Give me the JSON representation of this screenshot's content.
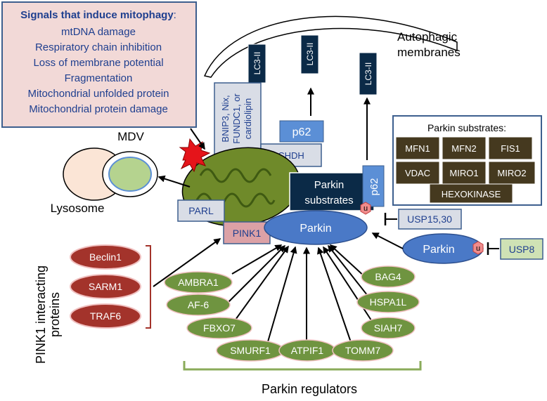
{
  "signals": {
    "title": "Signals that induce mitophagy",
    "title_suffix": ":",
    "items": [
      "mtDNA damage",
      "Respiratory chain inhibition",
      "Loss of membrane potential",
      "Fragmentation",
      "Mitochondrial unfolded protein",
      "Mitochondrial protein damage"
    ]
  },
  "autophagic_label": [
    "Autophagic",
    "membranes"
  ],
  "lc3": [
    "LC3-II",
    "LC3-II",
    "LC3-II"
  ],
  "receptors": [
    "BNIP3, Nix,",
    "FUNDC1, or",
    "cardiolipin"
  ],
  "p62": [
    "p62",
    "p62"
  ],
  "chdh": "CHDH",
  "mdv": "MDV",
  "lysosome": "Lysosome",
  "parl": "PARL",
  "pink1": "PINK1",
  "parkin_substrates_box": [
    "Parkin",
    "substrates"
  ],
  "parkin": [
    "Parkin",
    "Parkin"
  ],
  "ubiquitin": [
    "u",
    "u"
  ],
  "usp": [
    "USP15,30",
    "USP8"
  ],
  "substrates_panel": {
    "title": "Parkin substrates:",
    "items": [
      "MFN1",
      "MFN2",
      "FIS1",
      "VDAC",
      "MIRO1",
      "MIRO2",
      "HEXOKINASE"
    ]
  },
  "pink1_interacting": {
    "label": [
      "PINK1 interacting",
      "proteins"
    ],
    "items": [
      "Beclin1",
      "SARM1",
      "TRAF6"
    ]
  },
  "regulators": {
    "label": "Parkin regulators",
    "items": [
      "AMBRA1",
      "AF-6",
      "FBXO7",
      "SMURF1",
      "ATPIF1",
      "TOMM7",
      "SIAH7",
      "HSPA1L",
      "BAG4"
    ]
  },
  "colors": {
    "signal_bg": "#f2d9d7",
    "signal_text": "#1f3f8f",
    "box_border": "#3d5f8e",
    "gray_box": "#d9dde6",
    "blue_box": "#5b8fd6",
    "navy": "#0b2a47",
    "brown": "#45391f",
    "maroon": "#a3332b",
    "olive": "#6f9440",
    "mito": "#6f8a2a",
    "pink1": "#dca1a6",
    "usp8": "#cfe2b5",
    "ub": "#f08c8c",
    "red_star": "#e5141a"
  }
}
